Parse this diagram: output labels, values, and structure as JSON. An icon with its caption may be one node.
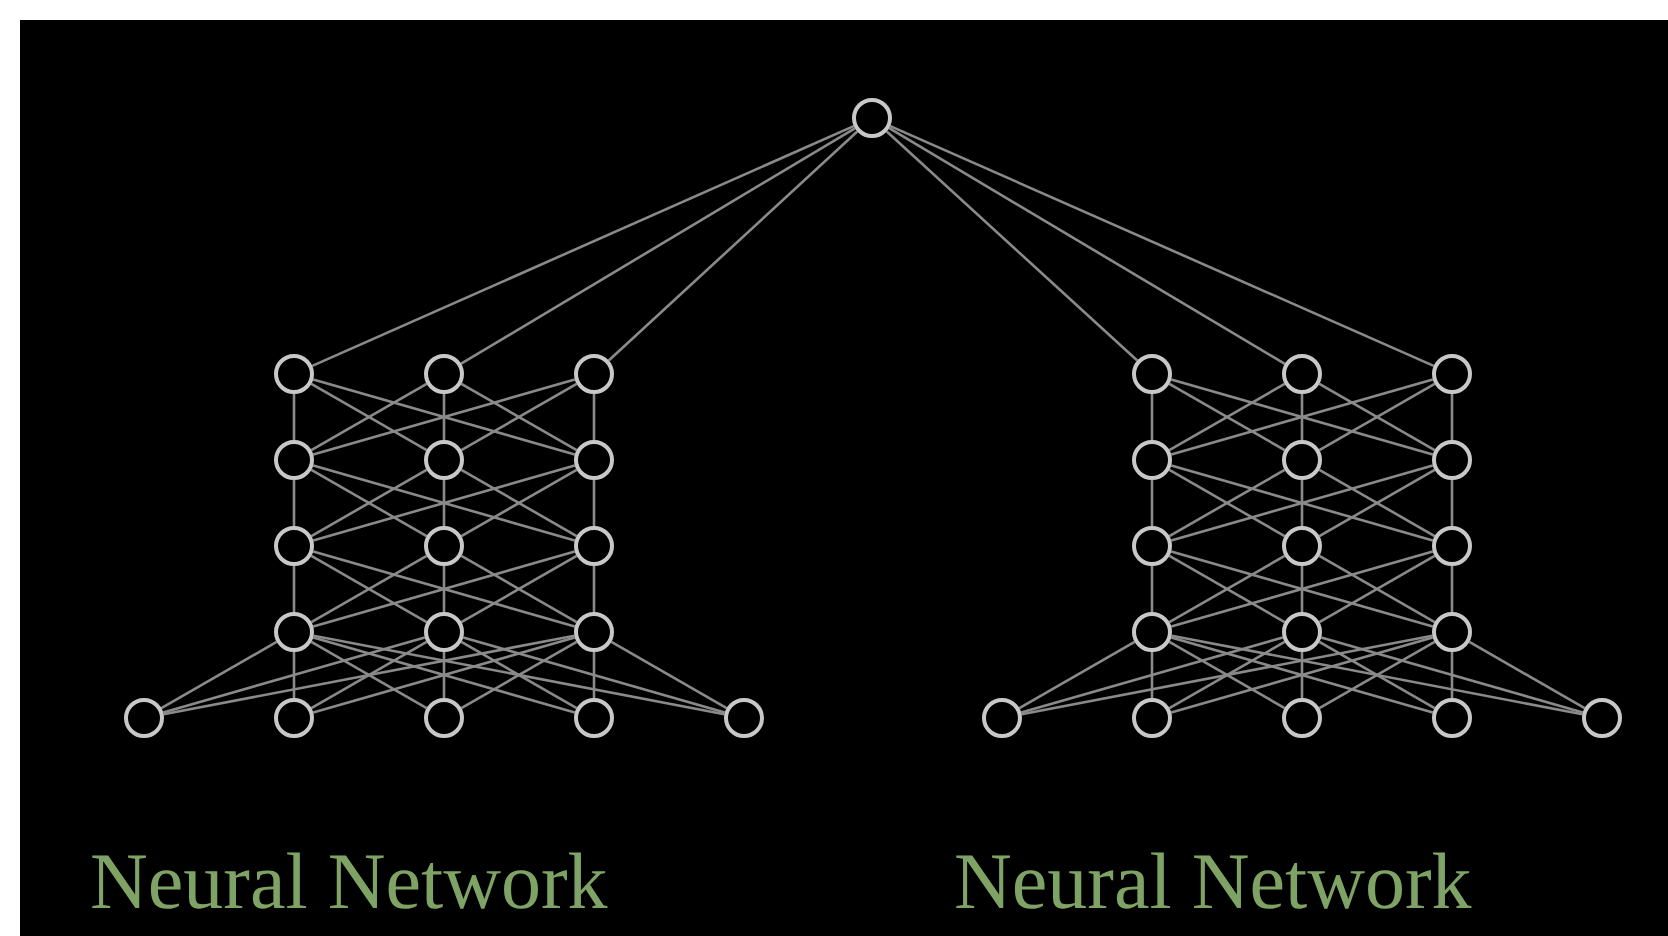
{
  "diagram": {
    "nodes": [
      {
        "text": [],
        "shape": "circle"
      },
      {
        "text": [],
        "shape": "circle"
      },
      {
        "text": [],
        "shape": "circle"
      },
      {
        "text": [],
        "shape": "circle"
      },
      {
        "text": [],
        "shape": "circle"
      },
      {
        "text": [],
        "shape": "circle"
      },
      {
        "text": [],
        "shape": "circle"
      },
      {
        "text": [],
        "shape": "circle"
      },
      {
        "text": [],
        "shape": "circle"
      },
      {
        "text": [],
        "shape": "circle"
      },
      {
        "text": [],
        "shape": "circle"
      },
      {
        "text": [],
        "shape": "circle"
      },
      {
        "text": [],
        "shape": "circle"
      },
      {
        "text": [],
        "shape": "circle"
      },
      {
        "text": [],
        "shape": "circle"
      },
      {
        "text": [],
        "shape": "circle"
      },
      {
        "text": [],
        "shape": "circle"
      },
      {
        "text": [],
        "shape": "circle"
      },
      {
        "text": [],
        "shape": "circle"
      },
      {
        "text": [],
        "shape": "circle"
      },
      {
        "text": [],
        "shape": "circle"
      },
      {
        "text": [],
        "shape": "circle"
      },
      {
        "text": [],
        "shape": "circle"
      },
      {
        "text": [],
        "shape": "circle"
      },
      {
        "text": [],
        "shape": "circle"
      },
      {
        "text": [],
        "shape": "circle"
      },
      {
        "text": [],
        "shape": "circle"
      },
      {
        "text": [],
        "shape": "circle"
      },
      {
        "text": [],
        "shape": "circle"
      },
      {
        "text": [],
        "shape": "circle"
      },
      {
        "text": [],
        "shape": "circle"
      },
      {
        "text": [],
        "shape": "circle"
      },
      {
        "text": [],
        "shape": "circle"
      },
      {
        "text": [],
        "shape": "circle"
      },
      {
        "text": [],
        "shape": "circle"
      }
    ],
    "edges": [
      {
        "from": 0,
        "to": 1,
        "arrow": "none"
      },
      {
        "from": 0,
        "to": 2,
        "arrow": "none"
      },
      {
        "from": 0,
        "to": 3,
        "arrow": "none"
      },
      {
        "from": 0,
        "to": 4,
        "arrow": "none"
      },
      {
        "from": 0,
        "to": 5,
        "arrow": "none"
      },
      {
        "from": 0,
        "to": 6,
        "arrow": "none"
      },
      {
        "from": 1,
        "to": 7,
        "arrow": "none"
      },
      {
        "from": 1,
        "to": 8,
        "arrow": "none"
      },
      {
        "from": 1,
        "to": 9,
        "arrow": "none"
      },
      {
        "from": 2,
        "to": 7,
        "arrow": "none"
      },
      {
        "from": 2,
        "to": 8,
        "arrow": "none"
      },
      {
        "from": 2,
        "to": 9,
        "arrow": "none"
      },
      {
        "from": 3,
        "to": 7,
        "arrow": "none"
      },
      {
        "from": 3,
        "to": 8,
        "arrow": "none"
      },
      {
        "from": 3,
        "to": 9,
        "arrow": "none"
      },
      {
        "from": 7,
        "to": 13,
        "arrow": "none"
      },
      {
        "from": 7,
        "to": 14,
        "arrow": "none"
      },
      {
        "from": 7,
        "to": 15,
        "arrow": "none"
      },
      {
        "from": 8,
        "to": 13,
        "arrow": "none"
      },
      {
        "from": 8,
        "to": 14,
        "arrow": "none"
      },
      {
        "from": 8,
        "to": 15,
        "arrow": "none"
      },
      {
        "from": 9,
        "to": 13,
        "arrow": "none"
      },
      {
        "from": 9,
        "to": 14,
        "arrow": "none"
      },
      {
        "from": 9,
        "to": 15,
        "arrow": "none"
      },
      {
        "from": 13,
        "to": 19,
        "arrow": "none"
      },
      {
        "from": 13,
        "to": 20,
        "arrow": "none"
      },
      {
        "from": 13,
        "to": 21,
        "arrow": "none"
      },
      {
        "from": 14,
        "to": 19,
        "arrow": "none"
      },
      {
        "from": 14,
        "to": 20,
        "arrow": "none"
      },
      {
        "from": 14,
        "to": 21,
        "arrow": "none"
      },
      {
        "from": 15,
        "to": 19,
        "arrow": "none"
      },
      {
        "from": 15,
        "to": 20,
        "arrow": "none"
      },
      {
        "from": 15,
        "to": 21,
        "arrow": "none"
      },
      {
        "from": 19,
        "to": 25,
        "arrow": "none"
      },
      {
        "from": 19,
        "to": 26,
        "arrow": "none"
      },
      {
        "from": 19,
        "to": 27,
        "arrow": "none"
      },
      {
        "from": 19,
        "to": 28,
        "arrow": "none"
      },
      {
        "from": 19,
        "to": 29,
        "arrow": "none"
      },
      {
        "from": 20,
        "to": 25,
        "arrow": "none"
      },
      {
        "from": 20,
        "to": 26,
        "arrow": "none"
      },
      {
        "from": 20,
        "to": 27,
        "arrow": "none"
      },
      {
        "from": 20,
        "to": 28,
        "arrow": "none"
      },
      {
        "from": 20,
        "to": 29,
        "arrow": "none"
      },
      {
        "from": 21,
        "to": 25,
        "arrow": "none"
      },
      {
        "from": 21,
        "to": 26,
        "arrow": "none"
      },
      {
        "from": 21,
        "to": 27,
        "arrow": "none"
      },
      {
        "from": 21,
        "to": 28,
        "arrow": "none"
      },
      {
        "from": 21,
        "to": 29,
        "arrow": "none"
      },
      {
        "from": 4,
        "to": 10,
        "arrow": "none"
      },
      {
        "from": 4,
        "to": 11,
        "arrow": "none"
      },
      {
        "from": 4,
        "to": 12,
        "arrow": "none"
      },
      {
        "from": 5,
        "to": 10,
        "arrow": "none"
      },
      {
        "from": 5,
        "to": 11,
        "arrow": "none"
      },
      {
        "from": 5,
        "to": 12,
        "arrow": "none"
      },
      {
        "from": 6,
        "to": 10,
        "arrow": "none"
      },
      {
        "from": 6,
        "to": 11,
        "arrow": "none"
      },
      {
        "from": 6,
        "to": 12,
        "arrow": "none"
      },
      {
        "from": 10,
        "to": 16,
        "arrow": "none"
      },
      {
        "from": 10,
        "to": 17,
        "arrow": "none"
      },
      {
        "from": 10,
        "to": 18,
        "arrow": "none"
      },
      {
        "from": 11,
        "to": 16,
        "arrow": "none"
      },
      {
        "from": 11,
        "to": 17,
        "arrow": "none"
      },
      {
        "from": 11,
        "to": 18,
        "arrow": "none"
      },
      {
        "from": 12,
        "to": 16,
        "arrow": "none"
      },
      {
        "from": 12,
        "to": 17,
        "arrow": "none"
      },
      {
        "from": 12,
        "to": 18,
        "arrow": "none"
      },
      {
        "from": 16,
        "to": 22,
        "arrow": "none"
      },
      {
        "from": 16,
        "to": 23,
        "arrow": "none"
      },
      {
        "from": 16,
        "to": 24,
        "arrow": "none"
      },
      {
        "from": 17,
        "to": 22,
        "arrow": "none"
      },
      {
        "from": 17,
        "to": 23,
        "arrow": "none"
      },
      {
        "from": 17,
        "to": 24,
        "arrow": "none"
      },
      {
        "from": 18,
        "to": 22,
        "arrow": "none"
      },
      {
        "from": 18,
        "to": 23,
        "arrow": "none"
      },
      {
        "from": 18,
        "to": 24,
        "arrow": "none"
      },
      {
        "from": 22,
        "to": 30,
        "arrow": "none"
      },
      {
        "from": 22,
        "to": 31,
        "arrow": "none"
      },
      {
        "from": 22,
        "to": 32,
        "arrow": "none"
      },
      {
        "from": 22,
        "to": 33,
        "arrow": "none"
      },
      {
        "from": 22,
        "to": 34,
        "arrow": "none"
      },
      {
        "from": 23,
        "to": 30,
        "arrow": "none"
      },
      {
        "from": 23,
        "to": 31,
        "arrow": "none"
      },
      {
        "from": 23,
        "to": 32,
        "arrow": "none"
      },
      {
        "from": 23,
        "to": 33,
        "arrow": "none"
      },
      {
        "from": 23,
        "to": 34,
        "arrow": "none"
      },
      {
        "from": 24,
        "to": 30,
        "arrow": "none"
      },
      {
        "from": 24,
        "to": 31,
        "arrow": "none"
      },
      {
        "from": 24,
        "to": 32,
        "arrow": "none"
      },
      {
        "from": 24,
        "to": 33,
        "arrow": "none"
      },
      {
        "from": 24,
        "to": 34,
        "arrow": "none"
      }
    ],
    "labels": [
      "Neural Network",
      "Neural Network"
    ]
  }
}
